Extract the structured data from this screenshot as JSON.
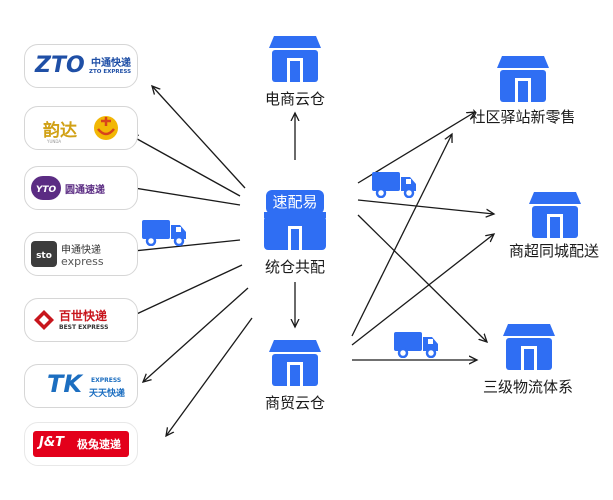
{
  "hub": {
    "badge": "速配易",
    "label": "统仓共配"
  },
  "top_node": {
    "label": "电商云仓"
  },
  "bottom_node": {
    "label": "商贸云仓"
  },
  "right_nodes": [
    {
      "label": "社区驿站新零售"
    },
    {
      "label": "商超同城配送"
    },
    {
      "label": "三级物流体系"
    }
  ],
  "couriers": [
    {
      "name": "ZTO",
      "name_cn": "中通快递",
      "name_en": "ZTO EXPRESS"
    },
    {
      "name": "韵达",
      "name_en": "YUNDA"
    },
    {
      "name": "YTO",
      "name_cn": "圆通速递"
    },
    {
      "name": "sto",
      "name_cn": "申通快递",
      "name_en": "express"
    },
    {
      "name_cn": "百世快递",
      "name_en": "BEST EXPRESS"
    },
    {
      "name": "TK",
      "name_cn": "天天快递",
      "name_en": "EXPRESS"
    },
    {
      "name": "J&T",
      "name_cn": "极兔速递"
    }
  ],
  "colors": {
    "blue": "#2f6ef3",
    "store_blue": "#2f6ef3",
    "arrow": "#1a1a1a"
  }
}
